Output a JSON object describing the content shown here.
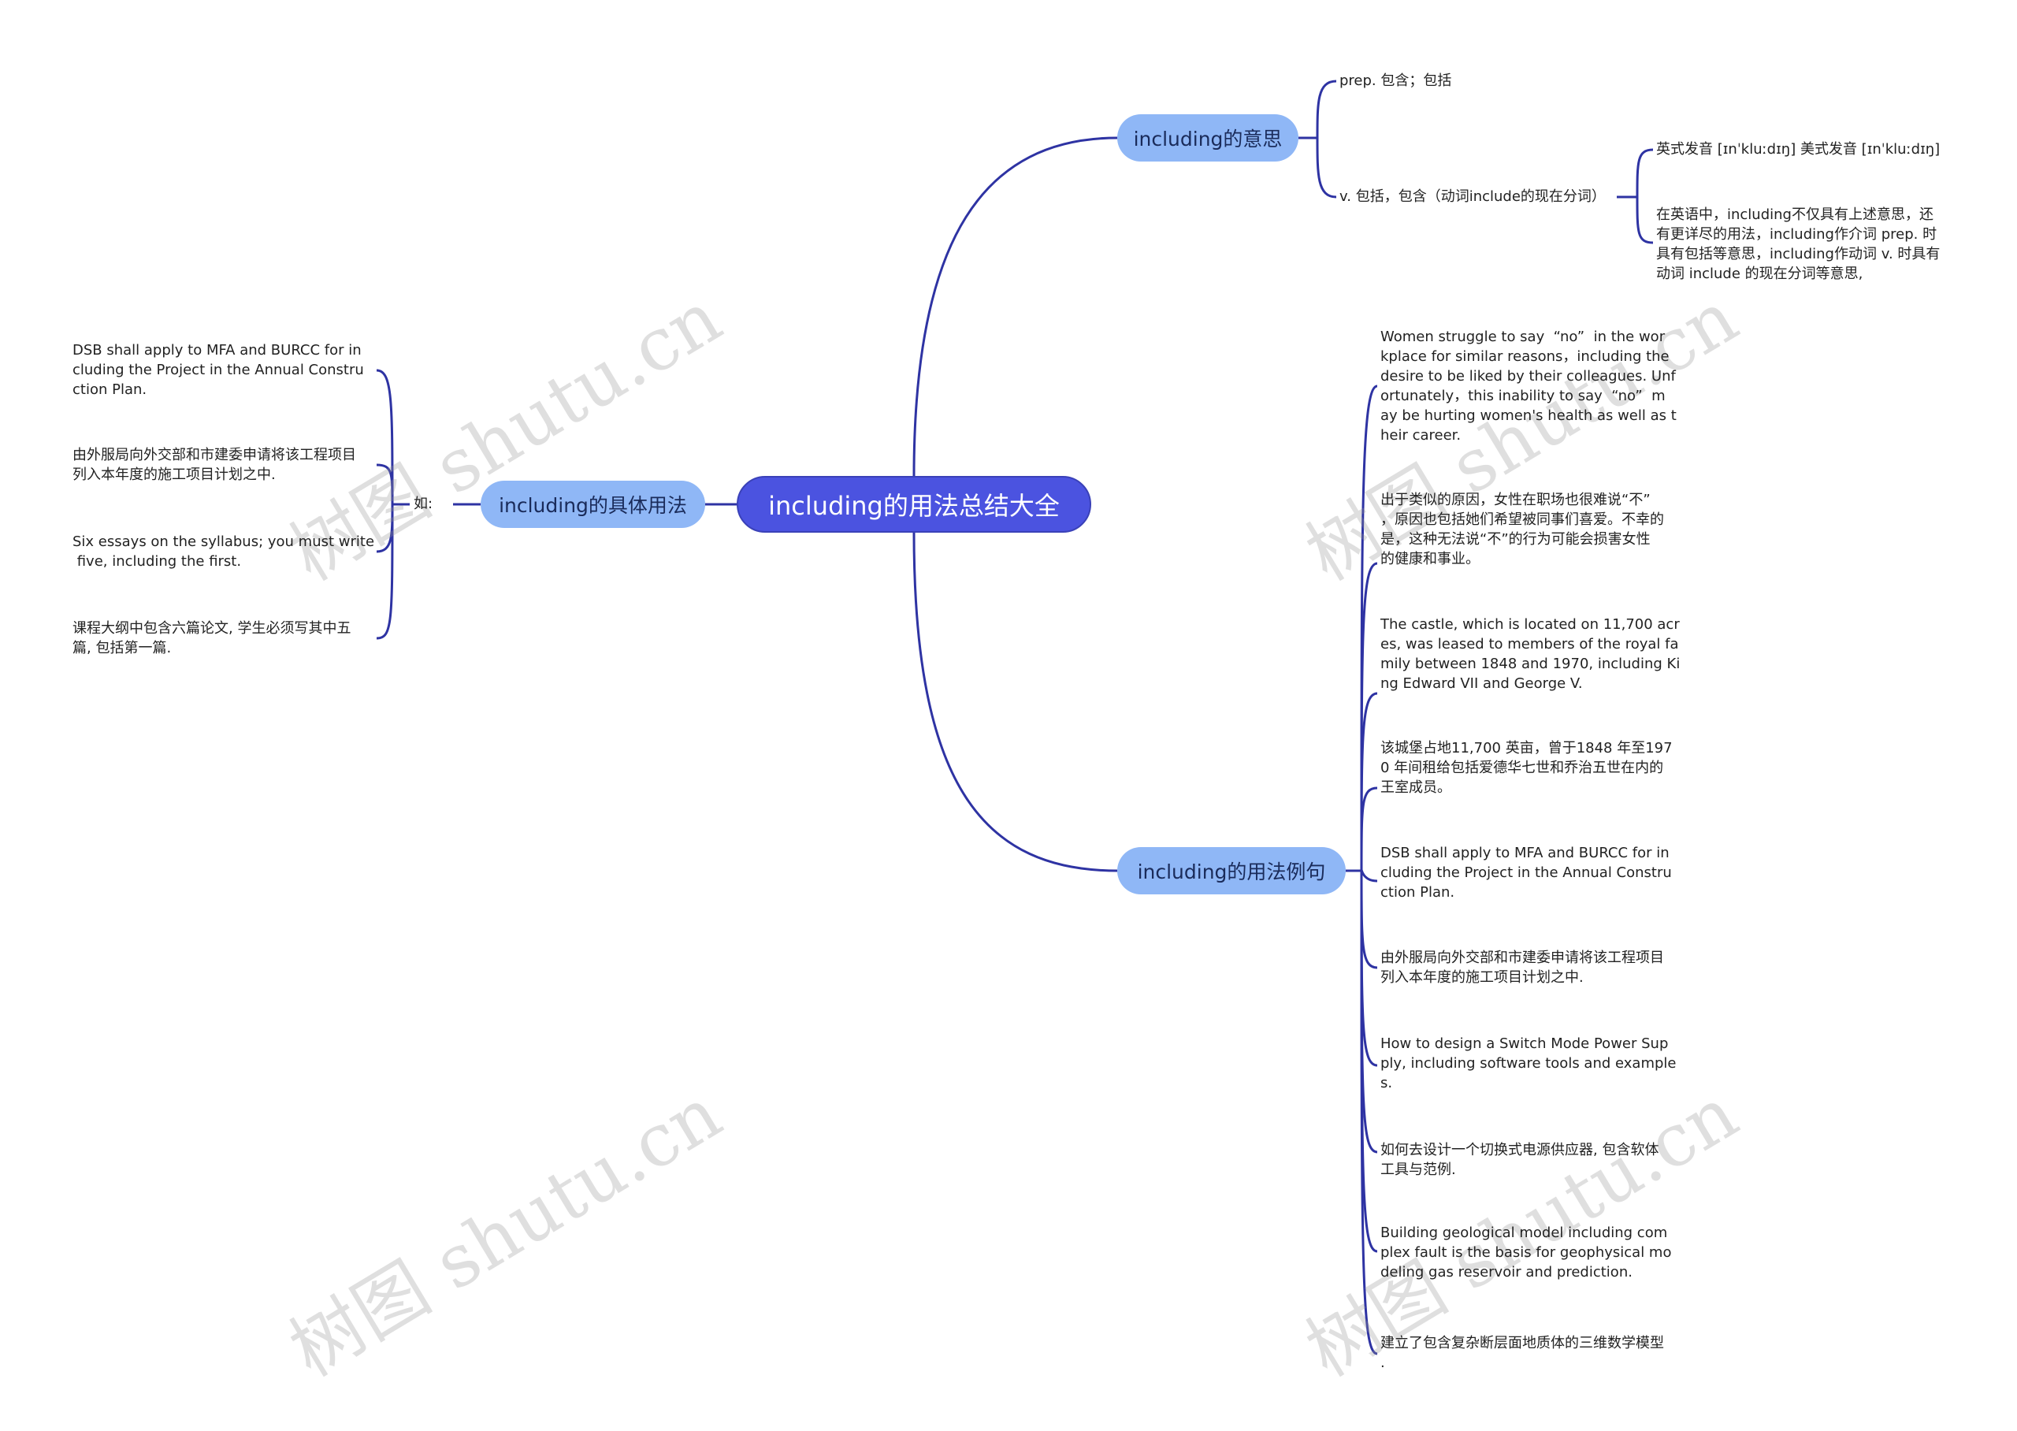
{
  "root": {
    "label": "including的用法总结大全"
  },
  "branches": {
    "meaning": {
      "label": "including的意思",
      "prep": "prep. 包含；包括",
      "verb": "v. 包括，包含（动词include的现在分词）",
      "pronunciation": "英式发音 [ɪnˈkluːdɪŋ] 美式发音 [ɪnˈkluːdɪŋ]",
      "explanation": "在英语中，including不仅具有上述意思，还\n有更详尽的用法，including作介词 prep. 时\n具有包括等意思，including作动词 v. 时具有\n动词 include 的现在分词等意思,"
    },
    "usage": {
      "label": "including的具体用法",
      "connector": "如:",
      "items": [
        "DSB shall apply to MFA and BURCC for in\ncluding the Project in the Annual Constru\nction Plan.",
        "由外服局向外交部和市建委申请将该工程项目\n列入本年度的施工项目计划之中.",
        "Six essays on the syllabus; you must write\n five, including the first.",
        "课程大纲中包含六篇论文, 学生必须写其中五\n篇, 包括第一篇."
      ]
    },
    "examples": {
      "label": "including的用法例句",
      "items": [
        "Women struggle to say  “no”  in the wor\nkplace for similar reasons，including the\ndesire to be liked by their colleagues. Unf\nortunately，this inability to say  “no”  m\nay be hurting women's health as well as t\nheir career.",
        "出于类似的原因，女性在职场也很难说“不”\n，原因也包括她们希望被同事们喜爱。不幸的\n是，这种无法说“不”的行为可能会损害女性\n的健康和事业。",
        "The castle, which is located on 11,700 acr\nes, was leased to members of the royal fa\nmily between 1848 and 1970, including Ki\nng Edward VII and George V.",
        "该城堡占地11,700 英亩，曾于1848 年至197\n0 年间租给包括爱德华七世和乔治五世在内的\n王室成员。",
        "DSB shall apply to MFA and BURCC for in\ncluding the Project in the Annual Constru\nction Plan.",
        "由外服局向外交部和市建委申请将该工程项目\n列入本年度的施工项目计划之中.",
        "How to design a Switch Mode Power Sup\nply, including software tools and example\ns.",
        "如何去设计一个切换式电源供应器, 包含软体\n工具与范例.",
        "Building geological model including com\nplex fault is the basis for geophysical mo\ndeling gas reservoir and prediction.",
        "建立了包含复杂断层面地质体的三维数学模型\n."
      ]
    }
  },
  "watermarks": [
    "树图 shutu.cn",
    "树图 shutu.cn",
    "树图 shutu.cn",
    "树图 shutu.cn"
  ],
  "colors": {
    "root_fill": "#4b53e0",
    "branch_fill": "#8fb7f6",
    "edge": "#2e33a3"
  }
}
